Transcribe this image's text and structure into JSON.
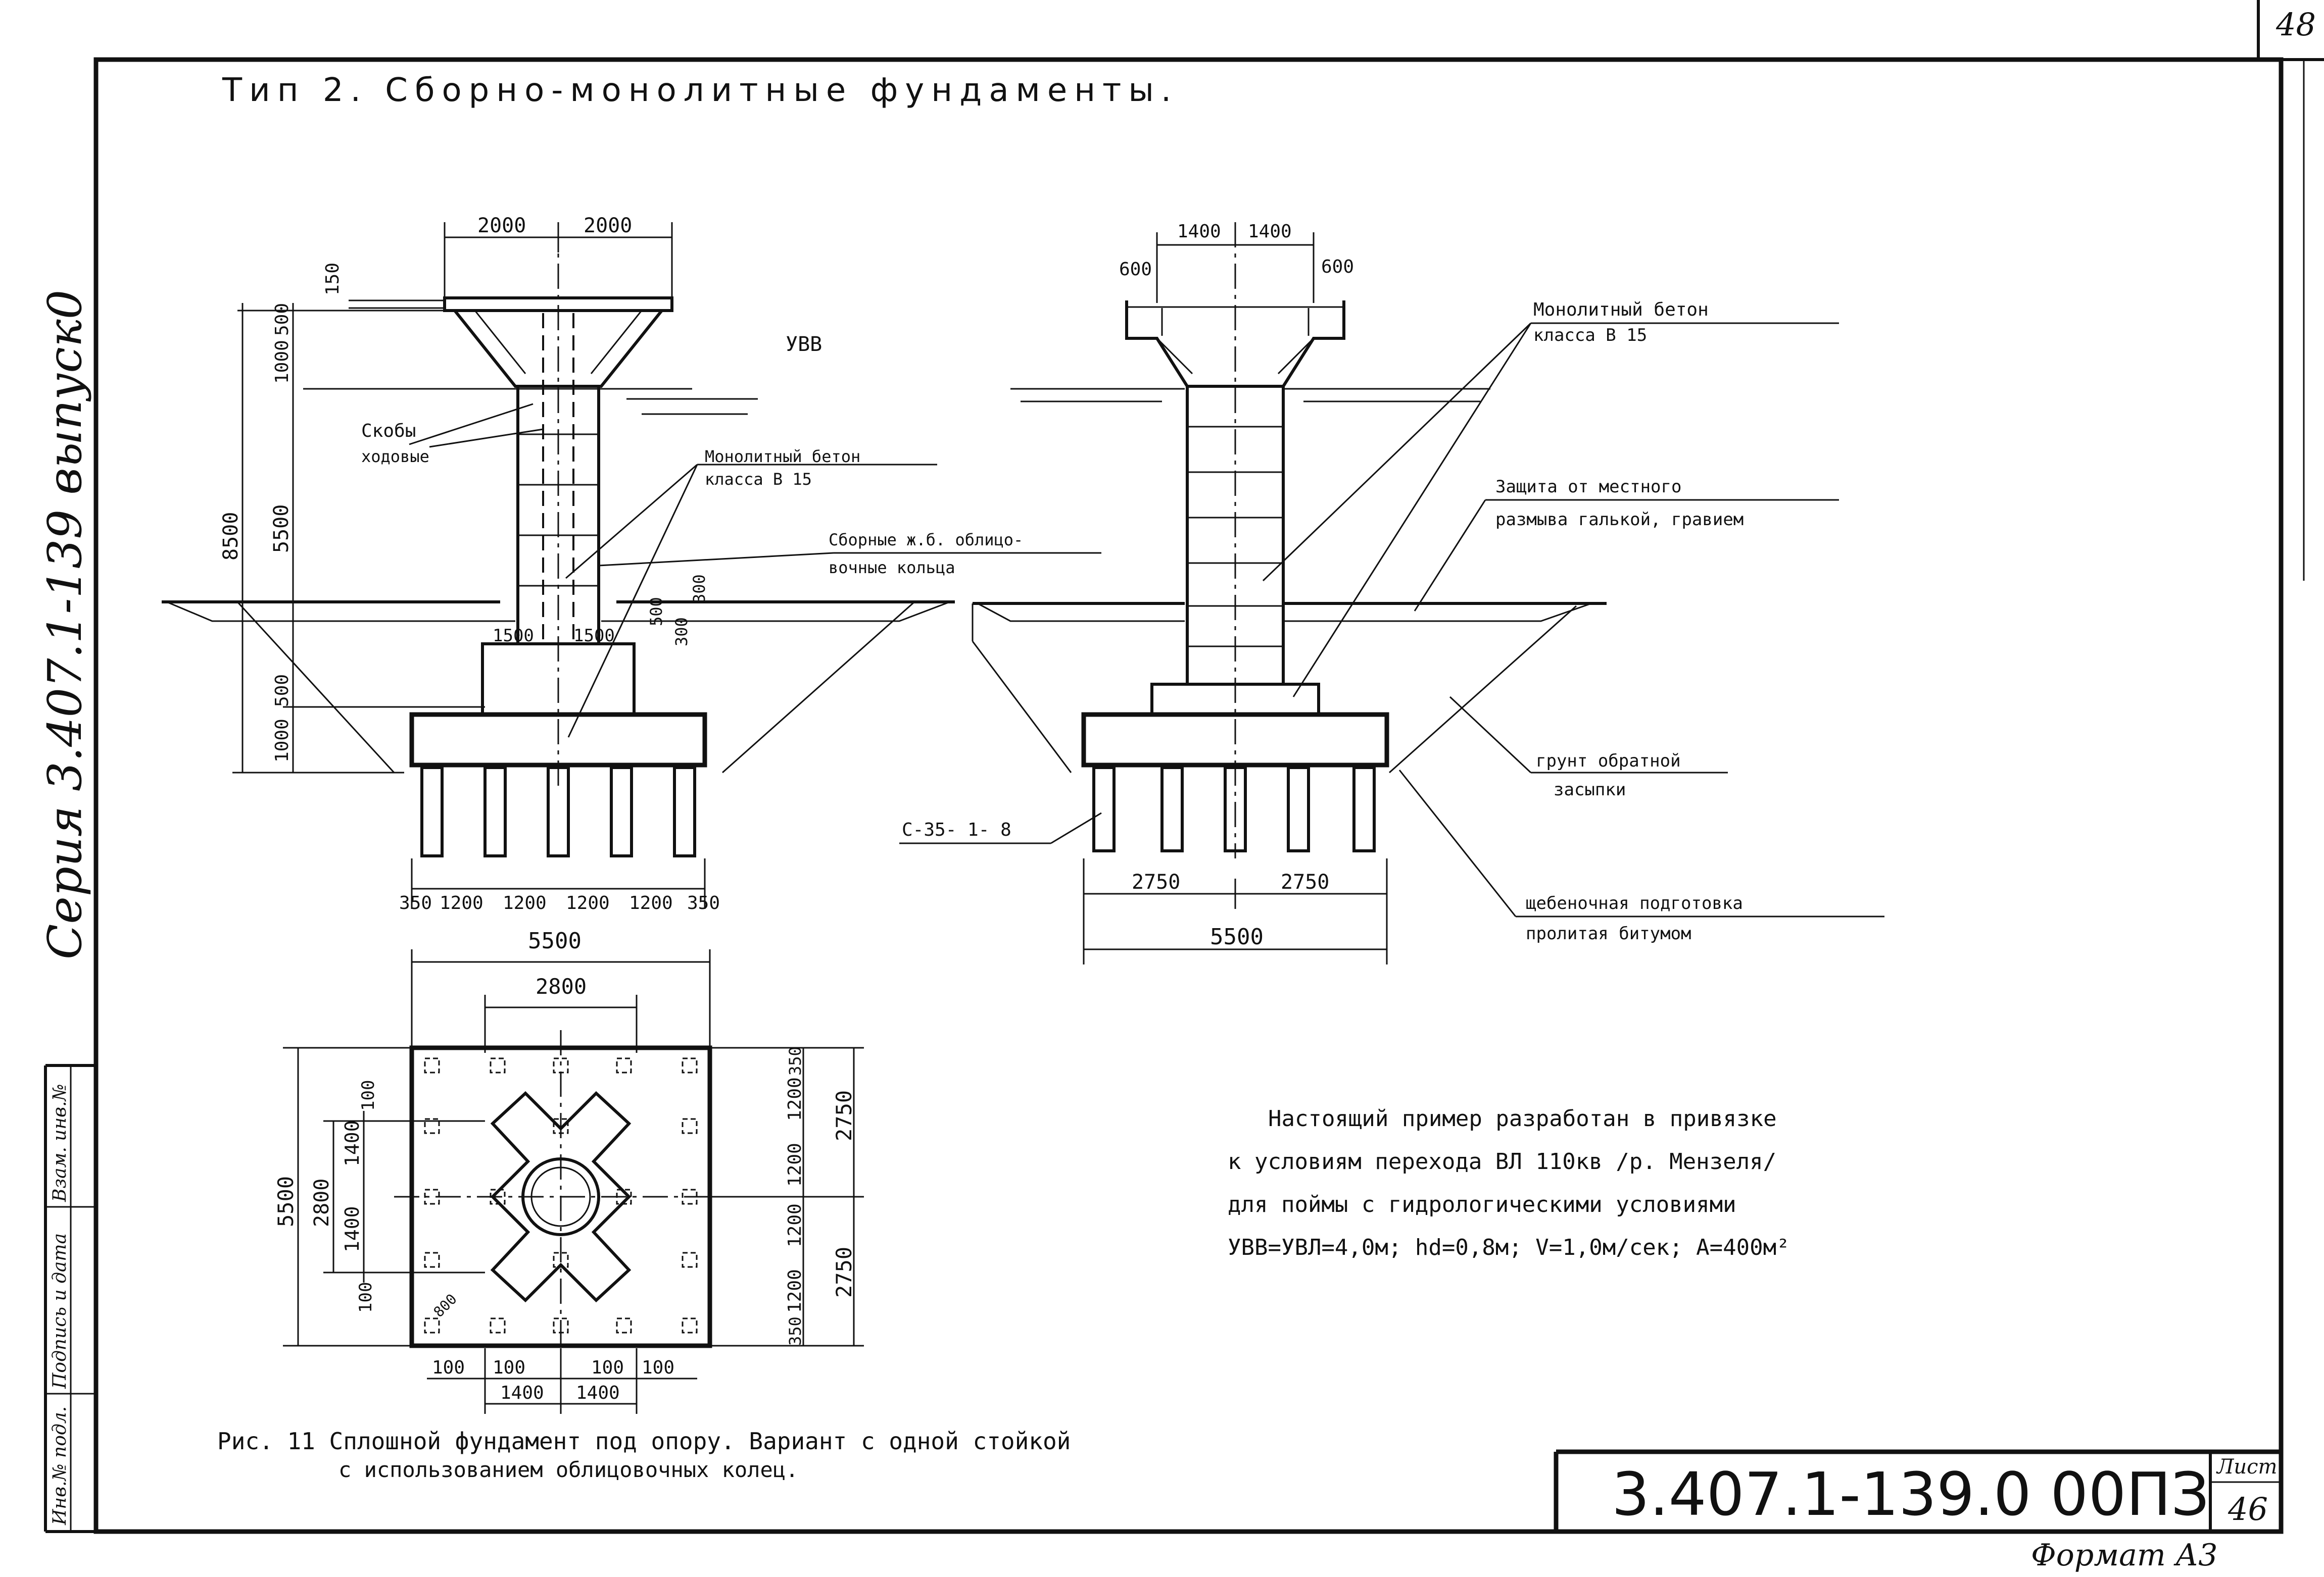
{
  "sheet": {
    "corner_number": "48",
    "title": "Тип 2.  Сборно-монолитные  фундаменты.",
    "series_vertical": "Серия 3.407.1-139 выпуск0",
    "stamp_cells": [
      "Инв.№ подл.",
      "Подпись и дата",
      "Взам. инв.№"
    ],
    "code": "3.407.1-139.0  00ПЗ",
    "sheet_label": "Лист",
    "sheet_number": "46",
    "format": "Формат А3"
  },
  "elevation_left": {
    "top_dims": [
      "2000",
      "2000"
    ],
    "dim_150": "150",
    "uvv": "УВВ",
    "vertical_dims": [
      "500",
      "1000",
      "5500",
      "8500",
      "500",
      "1000"
    ],
    "small_dims": [
      "300",
      "300",
      "500"
    ],
    "cap_dims": [
      "1500",
      "1500"
    ],
    "pile_dims": [
      "350",
      "1200",
      "1200",
      "1200",
      "1200",
      "350"
    ],
    "label_skoby": [
      "Скобы",
      "ходовые"
    ],
    "label_concrete": [
      "Монолитный бетон",
      "класса В 15"
    ],
    "label_rings": [
      "Сборные ж.б. облицо-",
      "вочные  кольца"
    ]
  },
  "elevation_right": {
    "top_dims": [
      "600",
      "1400",
      "1400",
      "600"
    ],
    "label_concrete": [
      "Монолитный  бетон",
      "класса  В 15"
    ],
    "label_protection": [
      "Защита  от  местного",
      "размыва  галькой, гравием"
    ],
    "label_backfill": [
      "грунт  обратной",
      "засыпки"
    ],
    "label_pile": "С-35- 1- 8",
    "label_gravel": [
      "щебеночная  подготовка",
      "пролитая  битумом"
    ],
    "bottom_dims": [
      "2750",
      "2750"
    ],
    "overall_dim": "5500"
  },
  "plan": {
    "top_dims": [
      "5500",
      "2800"
    ],
    "left_dims": [
      "5500",
      "2800",
      "1400",
      "1400",
      "100",
      "100"
    ],
    "right_dims": [
      "350",
      "1200",
      "1200",
      "1200",
      "1200",
      "350"
    ],
    "right_outer": [
      "2750",
      "2750"
    ],
    "bottom_dims": [
      "100",
      "100",
      "100",
      "100"
    ],
    "bottom_dims2": [
      "1400",
      "1400"
    ],
    "corner_dim": "800"
  },
  "note": {
    "lines": [
      "Настоящий  пример  разработан  в  привязке",
      "к условиям  перехода  ВЛ 110кв       /р. Мензеля/",
      "для  поймы  с  гидрологическими  условиями",
      "УВВ=УВЛ=4,0м;  hd=0,8м;  V=1,0м/сек;  А=400м²"
    ]
  },
  "caption": {
    "lines": [
      "Рис. 11   Сплошной  фундамент  под опору. Вариант с одной  стойкой",
      "с использованием  облицовочных  колец."
    ]
  }
}
